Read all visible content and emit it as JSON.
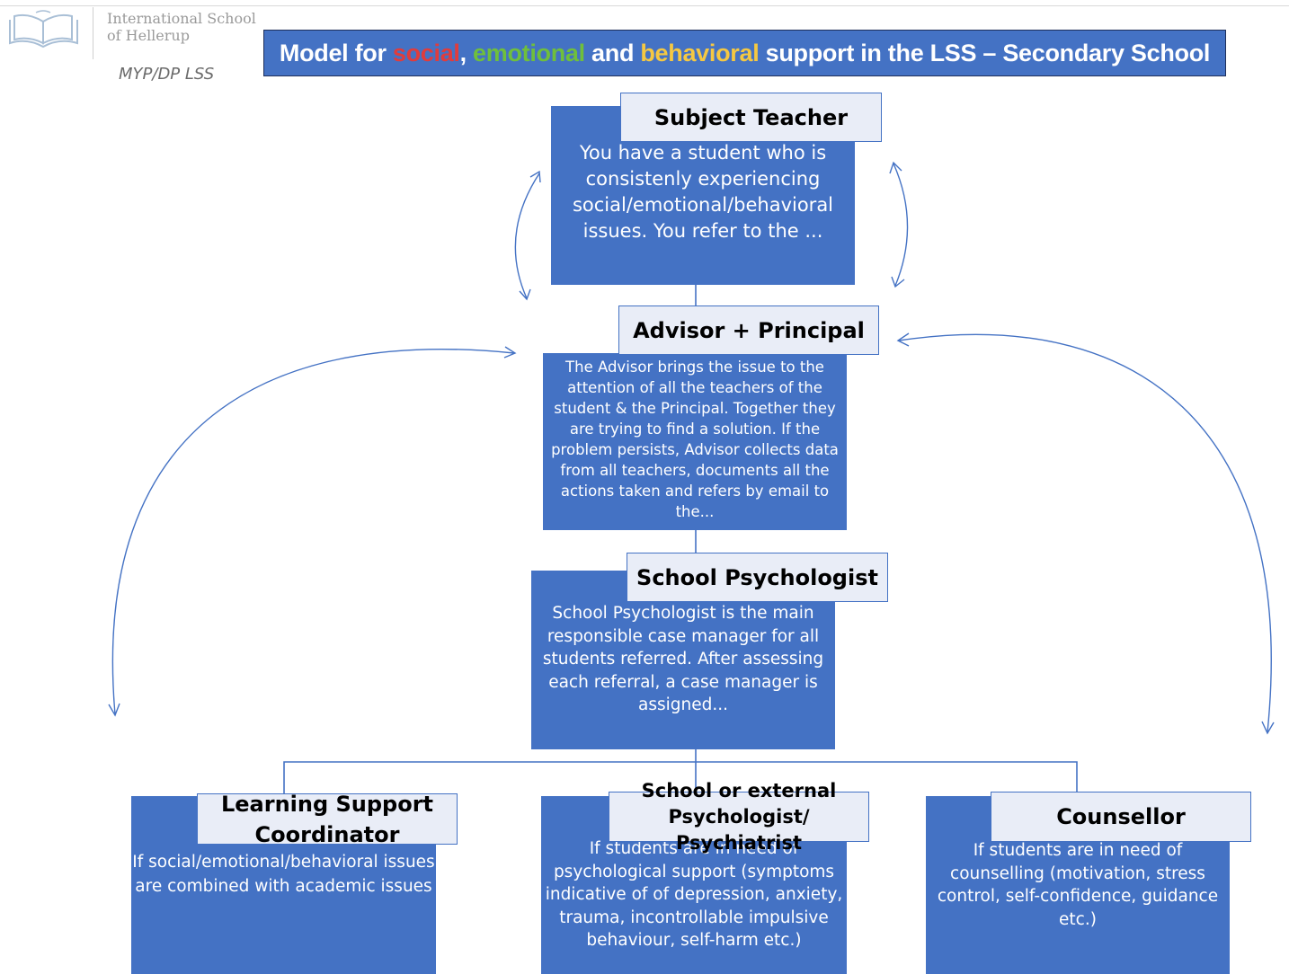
{
  "header": {
    "logo": {
      "line1": "International School",
      "line2": "of Hellerup",
      "icon": "open-book-icon"
    },
    "program": "MYP/DP LSS",
    "title": {
      "part1": "Model for ",
      "social": "social",
      "sep1": ", ",
      "emotional": "emotional",
      "sep2": " and ",
      "behavioral": "behavioral",
      "part2": " support in the LSS – Secondary School"
    }
  },
  "colors": {
    "box_blue": "#4472c4",
    "label_bg": "#e9edf7",
    "social": "#e03c3c",
    "emotional": "#6fbf3c",
    "behavioral": "#f5c842"
  },
  "nodes": {
    "subject_teacher": {
      "title": "Subject Teacher",
      "text": "You have a student who is consistenly experiencing social/emotional/behavioral issues. You refer to the ..."
    },
    "advisor_principal": {
      "title": "Advisor + Principal",
      "text": "The Advisor brings the issue to the attention of all the teachers of the student & the Principal. Together they are trying to find a solution. If the problem persists, Advisor collects data from all teachers, documents all the actions taken and refers by email to the..."
    },
    "school_psychologist": {
      "title": "School Psychologist",
      "text": "School Psychologist is the main responsible case manager for all students referred. After assessing each referral, a case manager is assigned..."
    },
    "learning_support": {
      "title_line1": "Learning Support",
      "title_line2": "Coordinator",
      "text_line1": "If social/emotional/behavioral issues",
      "text_line2": "are combined with academic issues"
    },
    "external_psych": {
      "title_line1": "School or external",
      "title_line2": "Psychologist/ Psychiatrist",
      "text": "If students are in need of psychological support (symptoms indicative of of depression, anxiety, trauma, incontrollable impulsive behaviour, self-harm etc.)"
    },
    "counsellor": {
      "title": "Counsellor",
      "text": "If students are in need of counselling (motivation, stress control, self-confidence, guidance etc.)"
    }
  }
}
